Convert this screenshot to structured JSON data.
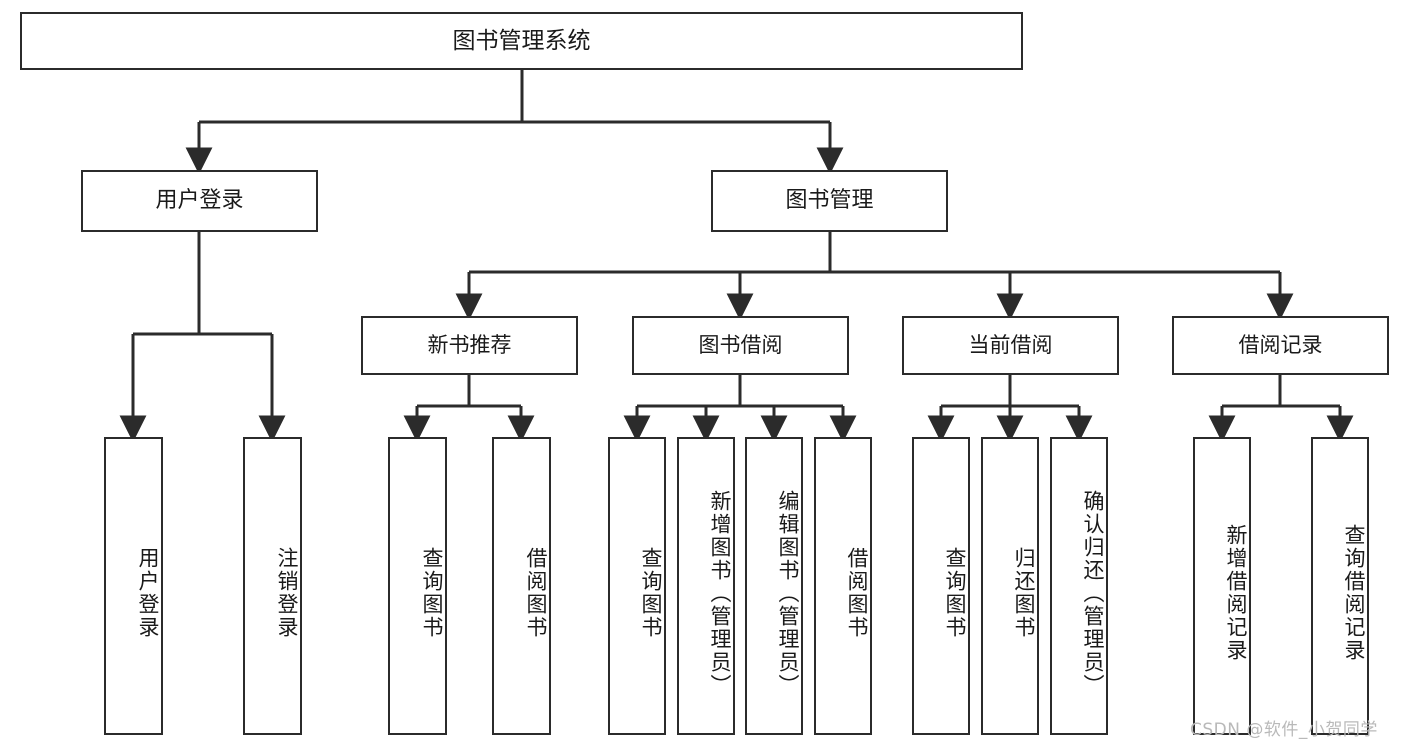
{
  "diagram": {
    "type": "tree",
    "title": "图书管理系统",
    "root": {
      "label": "图书管理系统"
    },
    "level2": [
      {
        "id": "user-login",
        "label": "用户登录"
      },
      {
        "id": "book-manage",
        "label": "图书管理"
      }
    ],
    "level3": [
      {
        "id": "new-book-recommend",
        "label": "新书推荐",
        "parent": "book-manage"
      },
      {
        "id": "book-borrow",
        "label": "图书借阅",
        "parent": "book-manage"
      },
      {
        "id": "current-borrow",
        "label": "当前借阅",
        "parent": "book-manage"
      },
      {
        "id": "borrow-record",
        "label": "借阅记录",
        "parent": "book-manage"
      }
    ],
    "leaves": [
      {
        "id": "leaf-user-login",
        "label": "用户登录",
        "parent": "user-login"
      },
      {
        "id": "leaf-logout-login",
        "label": "注销登录",
        "parent": "user-login"
      },
      {
        "id": "leaf-query-book-1",
        "label": "查询图书",
        "parent": "new-book-recommend"
      },
      {
        "id": "leaf-borrow-book-1",
        "label": "借阅图书",
        "parent": "new-book-recommend"
      },
      {
        "id": "leaf-query-book-2",
        "label": "查询图书",
        "parent": "book-borrow"
      },
      {
        "id": "leaf-add-book",
        "label": "新增图书（管理员）",
        "parent": "book-borrow"
      },
      {
        "id": "leaf-edit-book",
        "label": "编辑图书（管理员）",
        "parent": "book-borrow"
      },
      {
        "id": "leaf-borrow-book-2",
        "label": "借阅图书",
        "parent": "book-borrow"
      },
      {
        "id": "leaf-query-book-3",
        "label": "查询图书",
        "parent": "current-borrow"
      },
      {
        "id": "leaf-return-book",
        "label": "归还图书",
        "parent": "current-borrow"
      },
      {
        "id": "leaf-confirm-return",
        "label": "确认归还（管理员）",
        "parent": "current-borrow"
      },
      {
        "id": "leaf-add-record",
        "label": "新增借阅记录",
        "parent": "borrow-record"
      },
      {
        "id": "leaf-query-record",
        "label": "查询借阅记录",
        "parent": "borrow-record"
      }
    ],
    "watermark": "CSDN @软件_小贺同学",
    "colors": {
      "stroke": "#2b2b2b",
      "fill": "#ffffff",
      "text": "#1a1a1a",
      "watermark": "#b9b9b9"
    }
  }
}
